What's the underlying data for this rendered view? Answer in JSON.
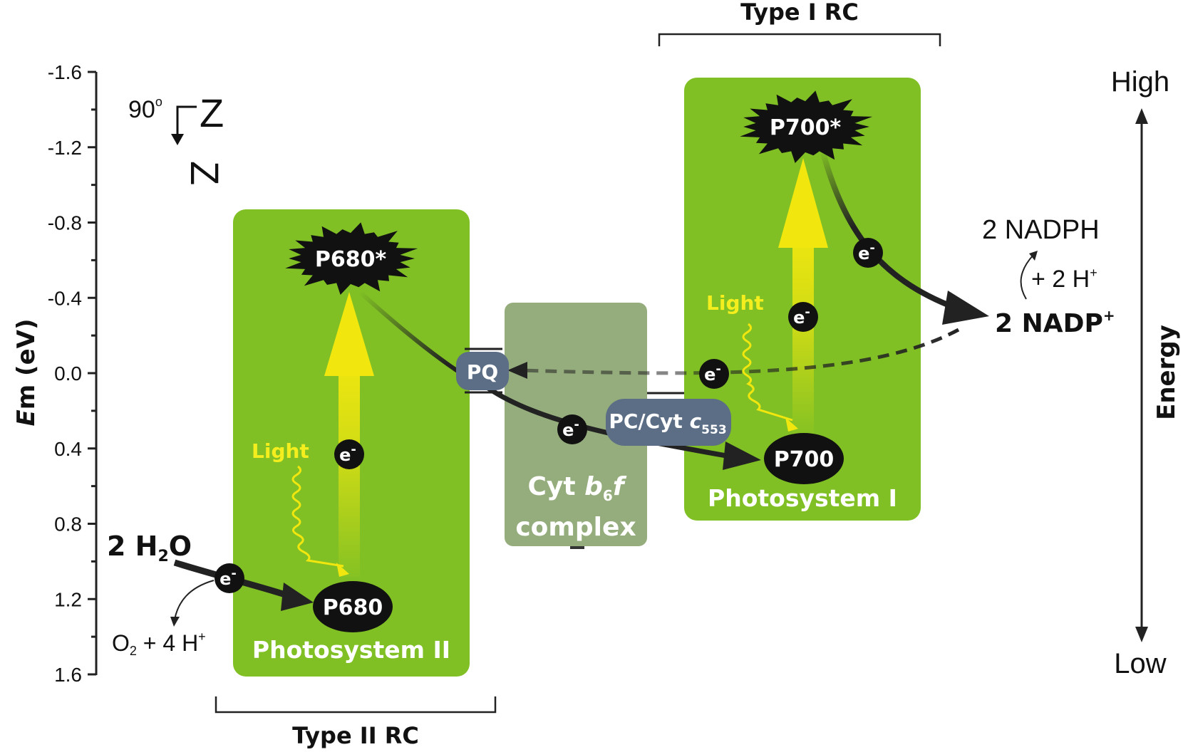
{
  "axis": {
    "ylabel_italic": "E",
    "ylabel_rest": "m (eV)",
    "ticks": [
      "-1.6",
      "-1.2",
      "-0.8",
      "-0.4",
      "0.0",
      "0.4",
      "0.8",
      "1.2",
      "1.6"
    ]
  },
  "z_scheme": {
    "angle": "90",
    "deg": "o",
    "letter": "Z"
  },
  "brackets": {
    "type1": "Type I RC",
    "type2": "Type II RC"
  },
  "ps2": {
    "name": "Photosystem II",
    "excited": "P680*",
    "ground": "P680",
    "light": "Light",
    "electron": "e"
  },
  "ps1": {
    "name": "Photosystem I",
    "excited": "P700*",
    "ground": "P700",
    "light": "Light",
    "electron": "e"
  },
  "cyt": {
    "line1_a": "Cyt ",
    "line1_b": "b",
    "line1_sub": "6",
    "line1_c": "f",
    "line2": "complex"
  },
  "pq": "PQ",
  "pc": {
    "main": "PC/Cyt ",
    "italic": "c",
    "sub": "553"
  },
  "water": {
    "coef": "2 H",
    "sub": "2",
    "rest": "O"
  },
  "oxygen": {
    "o": "O",
    "sub": "2",
    "rest": " + 4 H",
    "sup": "+"
  },
  "nadp": {
    "text": "2 NADP",
    "sup": "+"
  },
  "nadph": "2 NADPH",
  "hplus": {
    "text": "+ 2 H",
    "sup": "+"
  },
  "electron_sup": "-",
  "energy": {
    "title": "Energy",
    "high": "High",
    "low": "Low"
  },
  "colors": {
    "green": "#80c024",
    "cyt_box": "#95ad7d",
    "pq_pc": "#5b6e86",
    "yellow": "#f1e70f",
    "arrow": "#222222"
  }
}
